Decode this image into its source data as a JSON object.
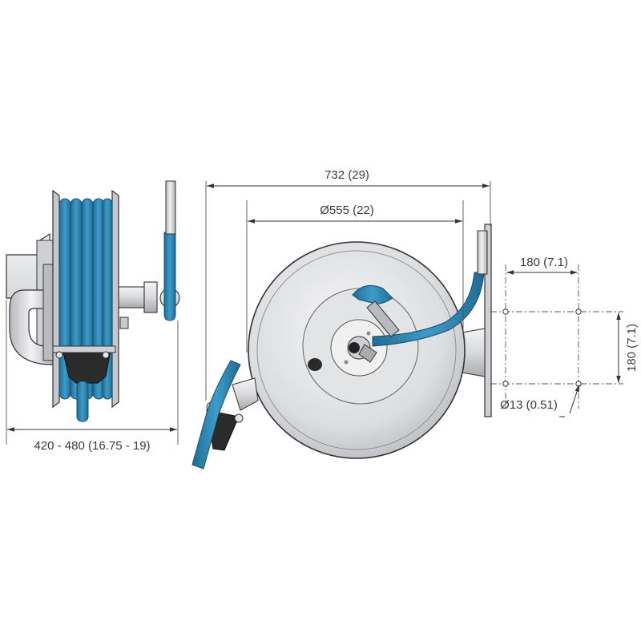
{
  "dimensions": {
    "depth": "420 - 480 (16.75 - 19)",
    "overall_width": "732 (29)",
    "drum_diameter": "Ø555 (22)",
    "hole_spacing_horizontal": "180 (7.1)",
    "hole_spacing_vertical": "180 (7.1)",
    "hole_diameter": "Ø13 (0.51)"
  },
  "colors": {
    "hose": "#2f86b4",
    "metal": "#d9dadc",
    "metal_dark": "#a7a9ad",
    "rubber": "#2b2b2b"
  }
}
